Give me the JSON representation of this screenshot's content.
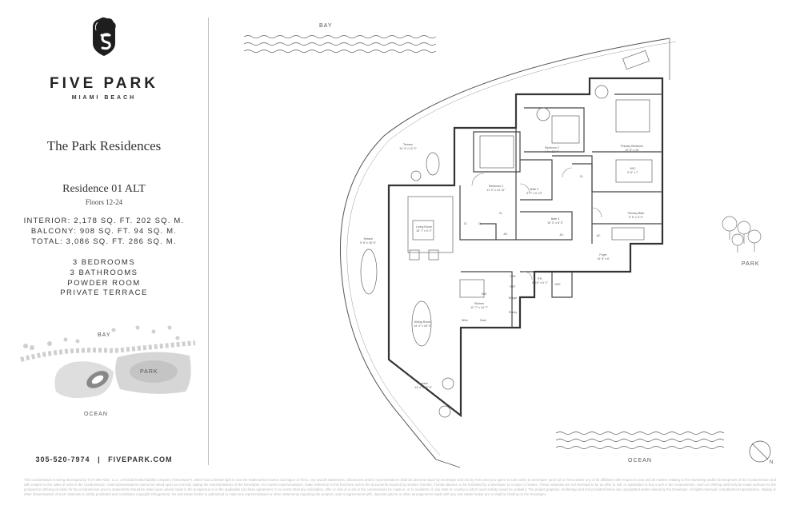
{
  "brand": {
    "name": "FIVE PARK",
    "subname": "MIAMI BEACH"
  },
  "collection": "The Park Residences",
  "residence": {
    "name": "Residence 01 ALT",
    "floors": "Floors 12-24"
  },
  "areas": [
    "INTERIOR: 2,178 SQ. FT. 202 SQ. M.",
    "BALCONY: 908 SQ. FT. 94 SQ. M.",
    "TOTAL: 3,086 SQ. FT. 286 SQ. M."
  ],
  "features": [
    "3 BEDROOMS",
    "3 BATHROOMS",
    "POWDER ROOM",
    "PRIVATE TERRACE"
  ],
  "site_map": {
    "bay": "BAY",
    "park": "PARK",
    "ocean": "OCEAN"
  },
  "contact": {
    "phone": "305-520-7974",
    "separator": "|",
    "website": "FIVEPARK.COM"
  },
  "plan": {
    "bay": "BAY",
    "park": "PARK",
    "ocean": "OCEAN",
    "compass": "N",
    "rooms": {
      "terrace_top": {
        "name": "Terrace",
        "dim": "14' 4\" x 12' 2\""
      },
      "terrace_left": {
        "name": "Terrace",
        "dim": "9' 8\" x 26' 6\""
      },
      "terrace_bottom": {
        "name": "Terrace",
        "dim": "14' 4\" x 10' 5\""
      },
      "living": {
        "name": "Living Room",
        "dim": "15' 7\" x 9' 2\""
      },
      "bedroom2": {
        "name": "Bedroom 2",
        "dim": "11' 0\" x 14' 11\""
      },
      "bedroom3": {
        "name": "Bedroom 3",
        "dim": "14' x 13' 7\""
      },
      "primary_bedroom": {
        "name": "Primary Bedroom",
        "dim": "12' 6\" x 15'"
      },
      "wic": {
        "name": "WIC",
        "dim": "9' 6\" x 7'"
      },
      "primary_bath": {
        "name": "Primary Bath",
        "dim": "9' 6\" x 9' 0\""
      },
      "bath2": {
        "name": "Bath 2",
        "dim": "5' 7\" x 9' 10\""
      },
      "bath3": {
        "name": "Bath 3",
        "dim": "10' 3\" x 6' 3\""
      },
      "foyer": {
        "name": "Foyer",
        "dim": "13' 6\" x 6'"
      },
      "kitchen": {
        "name": "Kitchen",
        "dim": "12' 7\" x 14' 7\""
      },
      "dining": {
        "name": "Dining Room",
        "dim": "14' 4\" x 16' 0\""
      },
      "powder": {
        "name": "P.R.",
        "dim": "5' 10\" x 6' 2\""
      }
    },
    "tags": {
      "cl": "CL",
      "ac": "AC",
      "dw": "DW",
      "wd": "W/D",
      "wine": "Wine",
      "oven": "Oven",
      "ref": "REF",
      "pantry": "Pantry",
      "range": "Range",
      "hw": "H/W"
    }
  },
  "disclaimer": "This condominium is being developed by TCH 500 Alton, LLC, a Florida limited liability company (\"Developer\"), which has a limited right to use the trademarked names and logos of Terra. Any and all statements, disclosures and/or representations shall be deemed made by Developer and not by Terra and you agree to look solely to Developer (and not to Terra and/or any of its affiliates) with respect to any and all matters relating to the marketing and/or development of the Condominium and with respect to the sales of units in the Condominium. Oral representations cannot be relied upon as correctly stating the representations of the Developer. For correct representations, make reference to this brochure and to the documents required by section 718.503, Florida statutes, to be furnished by a developer to a buyer or lessee. These materials are not intended to be an offer to sell, or solicitation to buy a unit in the condominium. Such an offering shall only be made pursuant to the prospectus (offering circular) for the condominium and no statements should be relied upon unless made in the prospectus or in the applicable purchase agreement. In no event shall any solicitation, offer or sale of a unit in the condominium be made in, or to residents of, any state or country in which such activity would be unlawful. The project graphics, renderings and text provided herein are copyrighted works owned by the Developer. All rights reserved. Unauthorized reproduction, display or other dissemination of such materials is strictly prohibited and constitutes copyright infringement. No real estate broker is authorized to make any representations or other statements regarding the projects, and no agreements with, deposits paid to or other arrangements made with any real estate broker are or shall be binding on the Developer."
}
